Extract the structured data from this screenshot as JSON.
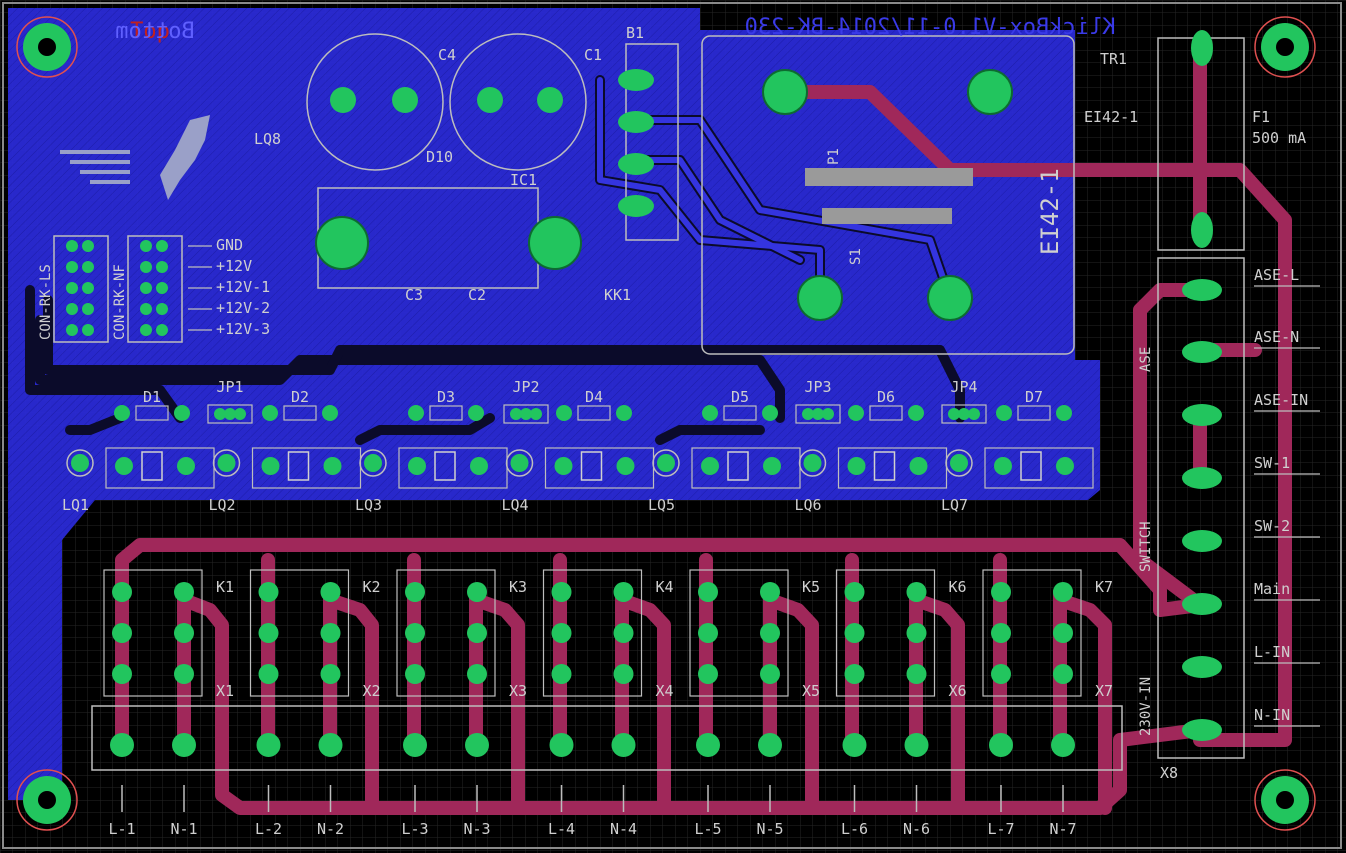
{
  "board": {
    "mirror_text": "KlickBox-V1.0-11/2014-BK-230",
    "layer_tags": [
      "Top",
      "Bottom"
    ],
    "big_label": "EI42-1"
  },
  "labels": {
    "B1": "B1",
    "C4": "C4",
    "C1": "C1",
    "C3": "C3",
    "C2": "C2",
    "D10": "D10",
    "IC1": "IC1",
    "LQ8": "LQ8",
    "KK1": "KK1",
    "TR1": "TR1",
    "EI42": "EI42-1",
    "F1": "F1",
    "F1v": "500 mA",
    "P1": "P1",
    "S1": "S1",
    "X8": "X8",
    "ASE": "ASE",
    "SWITCH": "SWITCH",
    "V230": "230V-IN",
    "CON1": "CON-RK-LS",
    "CON2": "CON-RK-NF"
  },
  "con_labels": [
    "GND",
    "+12V",
    "+12V-1",
    "+12V-2",
    "+12V-3"
  ],
  "diodes": [
    "D1",
    "D2",
    "D3",
    "D4",
    "D5",
    "D6",
    "D7"
  ],
  "jumpers": [
    "JP1",
    "JP2",
    "JP3",
    "JP4"
  ],
  "leds": [
    "LQ1",
    "LQ2",
    "LQ3",
    "LQ4",
    "LQ5",
    "LQ6",
    "LQ7"
  ],
  "relays": [
    "K1",
    "K2",
    "K3",
    "K4",
    "K5",
    "K6",
    "K7"
  ],
  "terminals": [
    "X1",
    "X2",
    "X3",
    "X4",
    "X5",
    "X6",
    "X7"
  ],
  "outputs": [
    "L-1",
    "N-1",
    "L-2",
    "N-2",
    "L-3",
    "N-3",
    "L-4",
    "N-4",
    "L-5",
    "N-5",
    "L-6",
    "N-6",
    "L-7",
    "N-7"
  ],
  "right_terminals": [
    "ASE-L",
    "ASE-N",
    "ASE-IN",
    "SW-1",
    "SW-2",
    "Main",
    "L-IN",
    "N-IN"
  ],
  "colors": {
    "background": "#000000",
    "grid": "#2a2a2a",
    "bottom_copper": "#2a2ad6",
    "top_copper": "#a0285a",
    "pad": "#22c55e",
    "silk": "#cfcfcf",
    "mount_ring": "#e05050"
  }
}
